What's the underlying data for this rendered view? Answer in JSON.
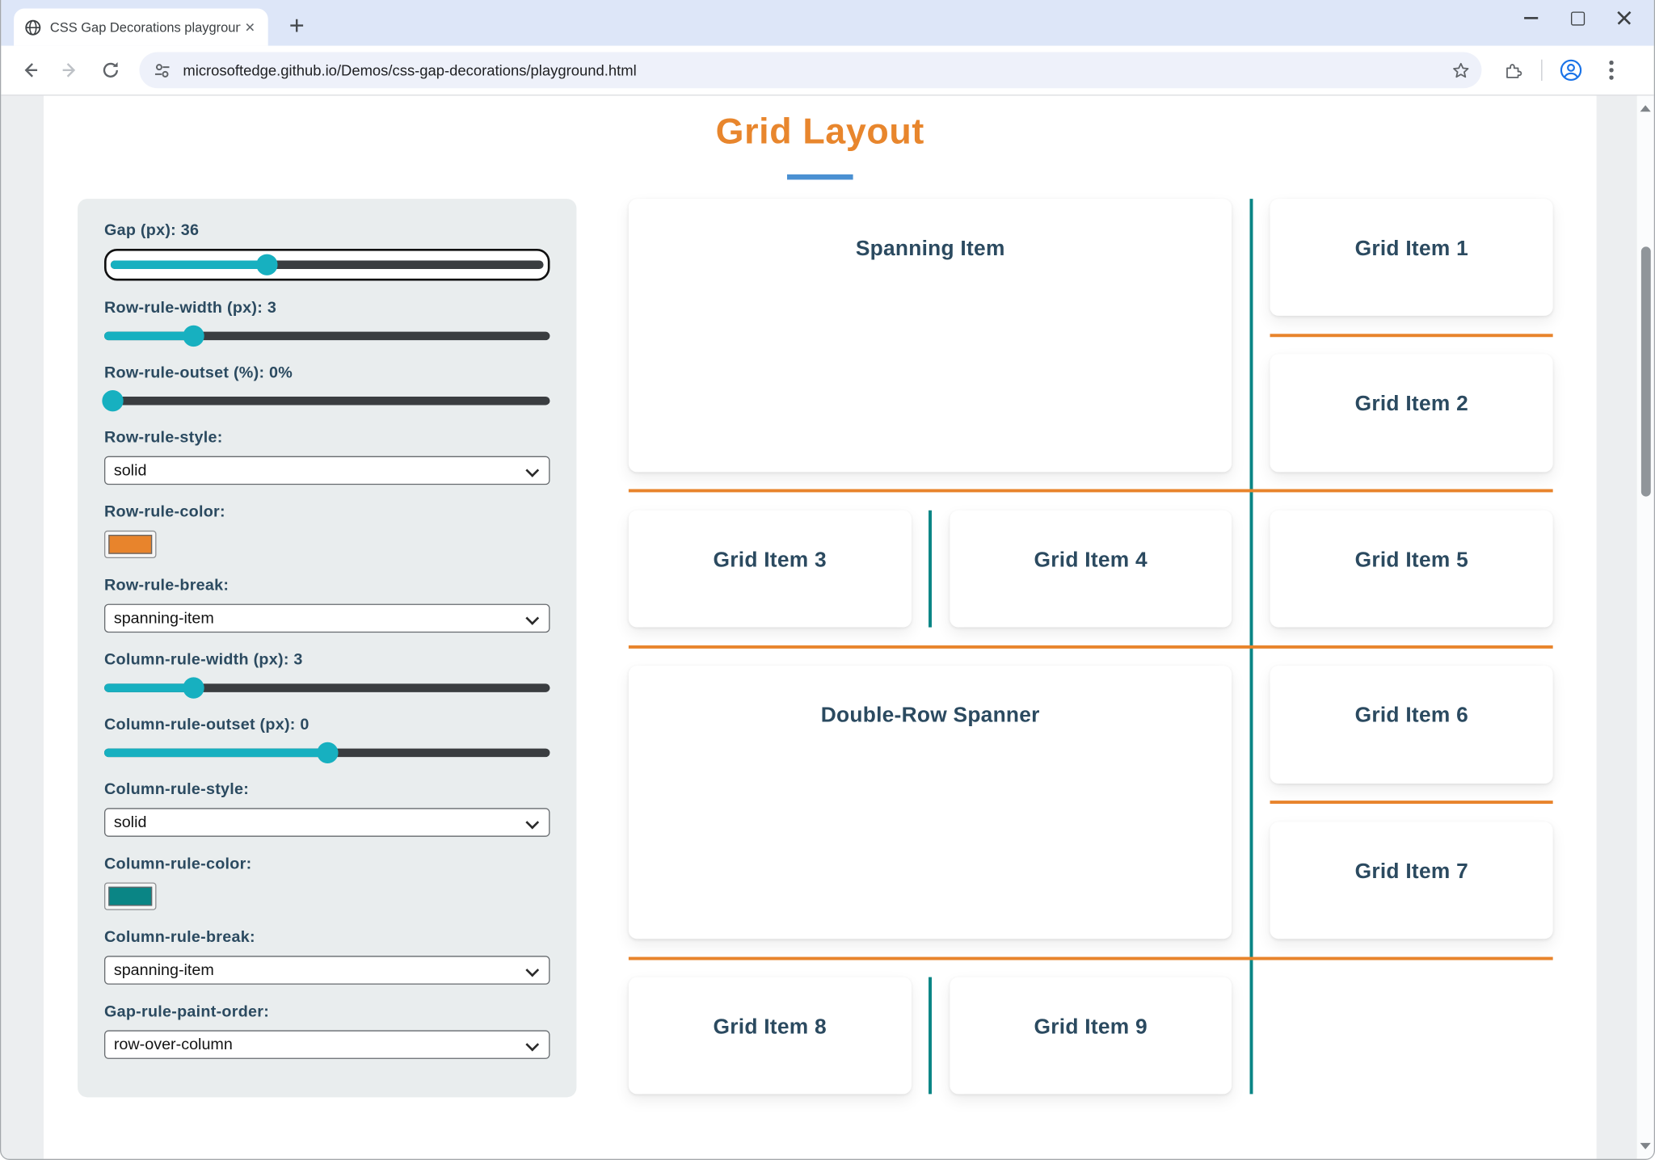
{
  "browser": {
    "tab": {
      "title": "CSS Gap Decorations playgroun",
      "favicon": "globe-icon"
    },
    "new_tab_button": "+",
    "window_controls": {
      "minimize": "minimize",
      "maximize": "maximize",
      "close": "close"
    },
    "toolbar": {
      "url": "microsoftedge.github.io/Demos/css-gap-decorations/playground.html",
      "back_enabled": true,
      "forward_enabled": false
    }
  },
  "page": {
    "title": "Grid Layout",
    "controls": [
      {
        "type": "slider",
        "name": "gap",
        "label": "Gap (px): 36",
        "value_fraction": 0.36,
        "focused": true
      },
      {
        "type": "slider",
        "name": "row-rule-width",
        "label": "Row-rule-width (px): 3",
        "value_fraction": 0.2
      },
      {
        "type": "slider",
        "name": "row-rule-outset",
        "label": "Row-rule-outset (%): 0%",
        "value_fraction": 0.02
      },
      {
        "type": "select",
        "name": "row-rule-style",
        "label": "Row-rule-style:",
        "value": "solid"
      },
      {
        "type": "color",
        "name": "row-rule-color",
        "label": "Row-rule-color:",
        "value": "#e8842c"
      },
      {
        "type": "select",
        "name": "row-rule-break",
        "label": "Row-rule-break:",
        "value": "spanning-item"
      },
      {
        "type": "slider",
        "name": "column-rule-width",
        "label": "Column-rule-width (px): 3",
        "value_fraction": 0.2
      },
      {
        "type": "slider",
        "name": "column-rule-outset",
        "label": "Column-rule-outset (px): 0",
        "value_fraction": 0.5
      },
      {
        "type": "select",
        "name": "column-rule-style",
        "label": "Column-rule-style:",
        "value": "solid"
      },
      {
        "type": "color",
        "name": "column-rule-color",
        "label": "Column-rule-color:",
        "value": "#0a8585"
      },
      {
        "type": "select",
        "name": "column-rule-break",
        "label": "Column-rule-break:",
        "value": "spanning-item"
      },
      {
        "type": "select",
        "name": "gap-rule-paint-order",
        "label": "Gap-rule-paint-order:",
        "value": "row-over-column"
      }
    ],
    "grid": {
      "items": [
        {
          "label": "Spanning Item",
          "col_span": 2,
          "row_span": 2
        },
        {
          "label": "Grid Item 1"
        },
        {
          "label": "Grid Item 2"
        },
        {
          "label": "Grid Item 3"
        },
        {
          "label": "Grid Item 4"
        },
        {
          "label": "Grid Item 5"
        },
        {
          "label": "Double-Row Spanner",
          "col_span": 2,
          "row_span": 2
        },
        {
          "label": "Grid Item 6"
        },
        {
          "label": "Grid Item 7"
        },
        {
          "label": "Grid Item 8"
        },
        {
          "label": "Grid Item 9"
        }
      ],
      "rules": {
        "paint_order": "row-over-column",
        "row_rules": [
          {
            "after_row": 1,
            "cols": "3"
          },
          {
            "after_row": 2,
            "cols": "all"
          },
          {
            "after_row": 3,
            "cols": "all"
          },
          {
            "after_row": 4,
            "cols": "3"
          },
          {
            "after_row": 5,
            "cols": "all"
          }
        ],
        "column_rules": [
          {
            "after_col": 1,
            "rows": [
              3
            ]
          },
          {
            "after_col": 1,
            "rows": [
              6
            ]
          },
          {
            "after_col": 2,
            "rows": "all"
          }
        ]
      }
    },
    "colors": {
      "title_orange": "#e8862d",
      "underline_blue": "#4a90d2",
      "rule_orange": "#e8842c",
      "rule_teal": "#0a8585",
      "slider_teal": "#17b0c0",
      "text_navy": "#2b4a60"
    }
  }
}
